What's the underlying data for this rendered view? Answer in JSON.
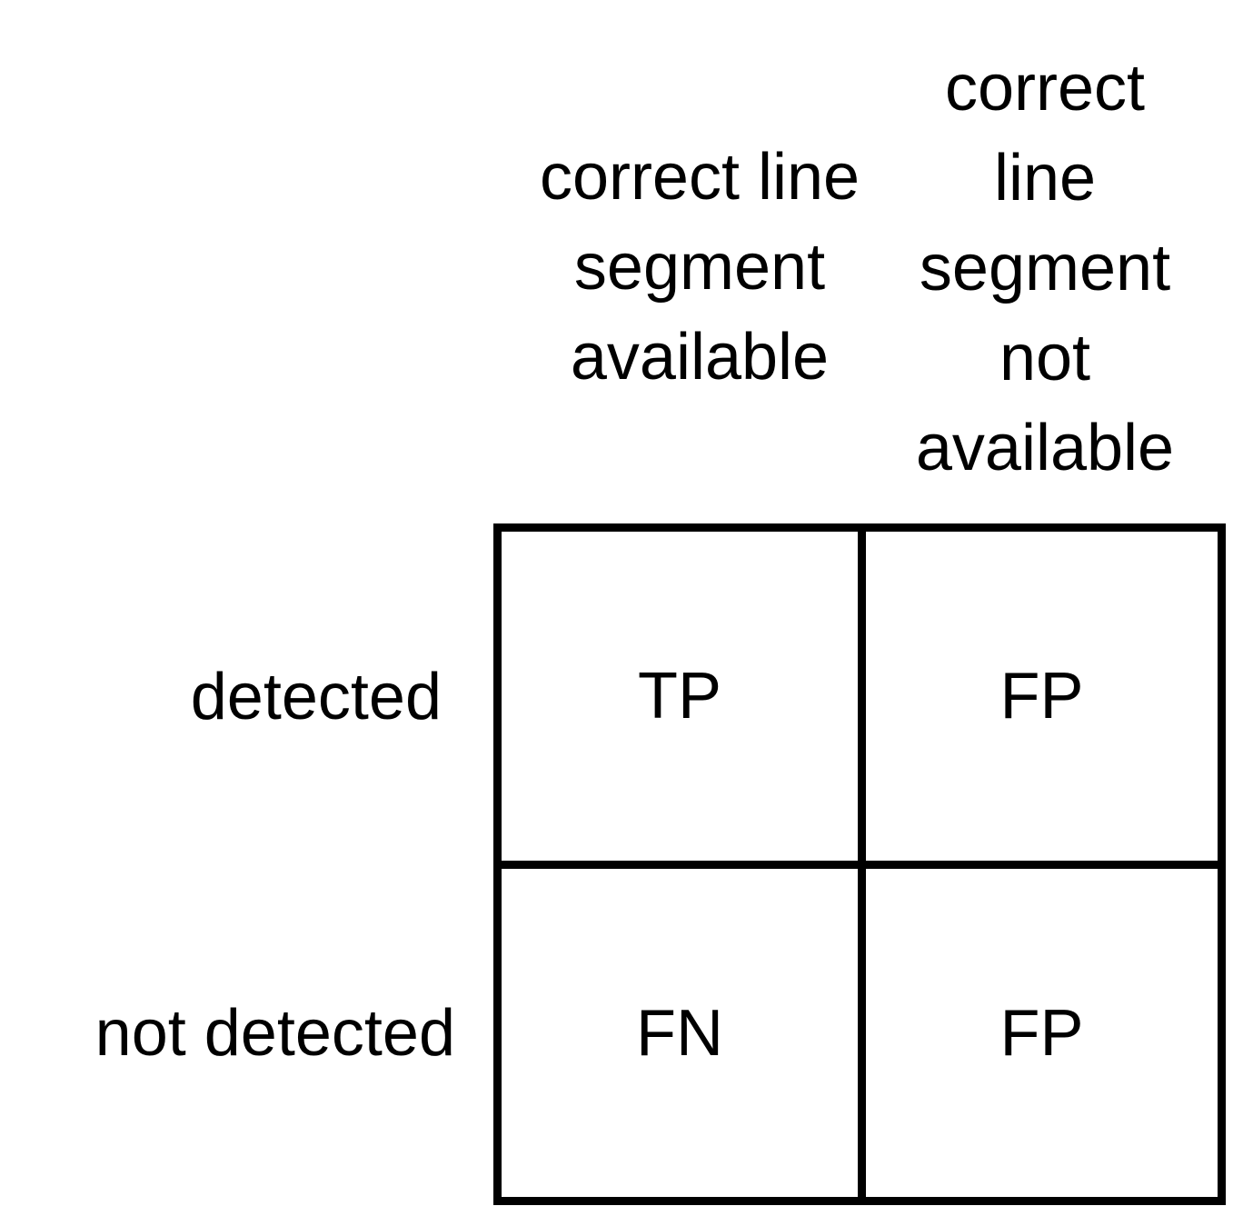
{
  "columns": [
    {
      "label": "correct line\nsegment\navailable"
    },
    {
      "label": "correct\nline\nsegment\nnot\navailable"
    }
  ],
  "rows": [
    {
      "label": "detected"
    },
    {
      "label": "not detected"
    }
  ],
  "cells": {
    "r1c1": "TP",
    "r1c2": "FP",
    "r2c1": "FN",
    "r2c2": "FP"
  }
}
